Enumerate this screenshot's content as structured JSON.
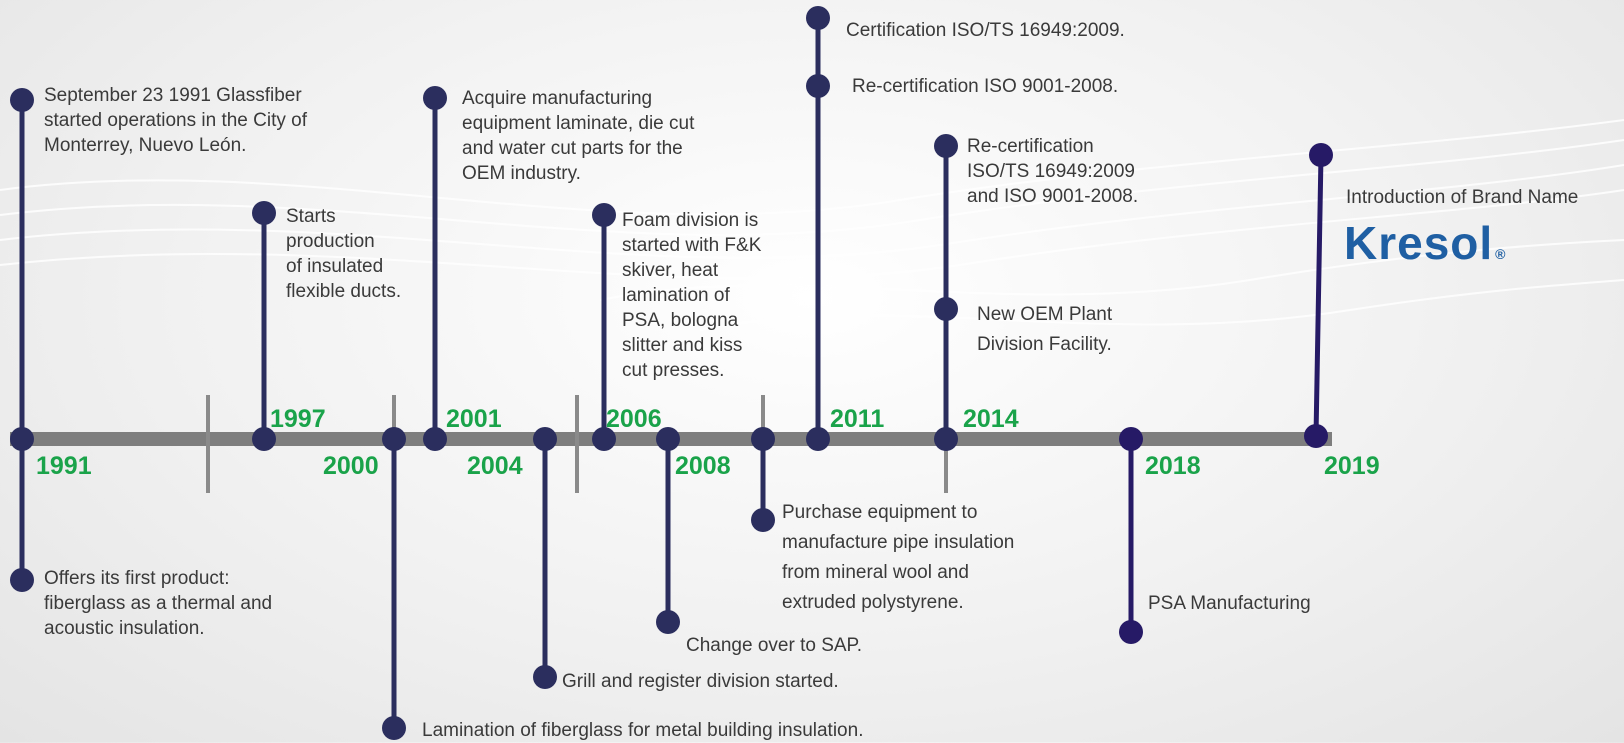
{
  "colors": {
    "accent": "#1aa34a",
    "node": "#2b2e5e",
    "node_dark": "#261a66",
    "axis": "#7e7e7e",
    "brand": "#1f5fa3"
  },
  "years": [
    "1991",
    "1997",
    "2000",
    "2001",
    "2004",
    "2006",
    "2008",
    "2011",
    "2014",
    "2018",
    "2019"
  ],
  "events": {
    "e1991_top": [
      "September 23 1991 Glassfiber",
      "started operations in the City of",
      "Monterrey, Nuevo León."
    ],
    "e1991_bottom": [
      "Offers its first product:",
      "fiberglass as a thermal and",
      "acoustic insulation."
    ],
    "e1997": [
      "Starts",
      "production",
      "of insulated",
      "flexible ducts."
    ],
    "e2000": "Lamination of fiberglass for metal building insulation.",
    "e2001": [
      "Acquire manufacturing",
      "equipment laminate, die cut",
      "and water cut parts for the",
      "OEM industry."
    ],
    "e2004": "Grill and register division started.",
    "e2006": [
      "Foam division is",
      "started with F&K",
      "skiver, heat",
      "lamination of",
      "PSA, bologna",
      "slitter and kiss",
      "cut presses."
    ],
    "e2008": "Change over to SAP.",
    "e2010": [
      "Purchase equipment to",
      "manufacture pipe insulation",
      "from mineral wool and",
      "extruded polystyrene."
    ],
    "e2011_a": "Certification ISO/TS 16949:2009.",
    "e2011_b": "Re-certification ISO 9001-2008.",
    "e2014_a": [
      "Re-certification",
      "ISO/TS 16949:2009",
      "and ISO 9001-2008."
    ],
    "e2014_b": [
      "New OEM Plant",
      "Division Facility."
    ],
    "e2018": "PSA Manufacturing",
    "e2019": "Introduction of Brand Name"
  },
  "brand": {
    "name": "Kresol",
    "mark": "®"
  }
}
